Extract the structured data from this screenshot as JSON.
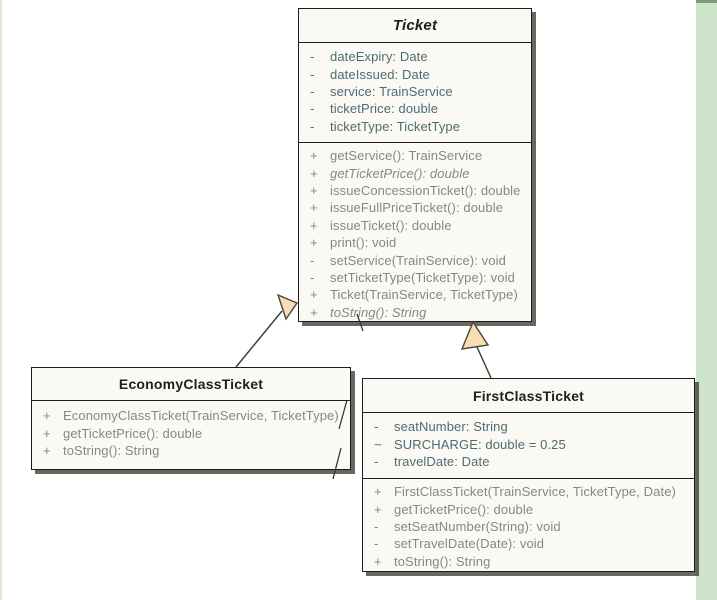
{
  "canvas": {
    "background_color": "#ffffff",
    "left_strip_color": "#d8e9d4",
    "right_band_color": "#cfe5cb",
    "right_band_edge_color": "#7f9b7d"
  },
  "style": {
    "box_fill": "#fbf9f4",
    "box_border": "#1d1c19",
    "shadow_color": "rgba(62,60,54,0.78)",
    "attribute_text_color": "#4f6b73",
    "method_text_color": "#7f8a8c",
    "title_color": "#1f1f1f",
    "arrowhead_fill": "#f6ddb4",
    "arrowhead_stroke": "#4c4538",
    "connector_color": "#3a382f"
  },
  "classes": [
    {
      "name": "Ticket",
      "abstract": true,
      "attributes": [
        {
          "vis": "-",
          "text": "dateExpiry: Date"
        },
        {
          "vis": "-",
          "text": "dateIssued: Date"
        },
        {
          "vis": "-",
          "text": "service: TrainService"
        },
        {
          "vis": "-",
          "text": "ticketPrice: double"
        },
        {
          "vis": "-",
          "text": "ticketType: TicketType"
        }
      ],
      "methods": [
        {
          "vis": "+",
          "text": "getService(): TrainService",
          "italic": false
        },
        {
          "vis": "+",
          "text": "getTicketPrice(): double",
          "italic": true
        },
        {
          "vis": "+",
          "text": "issueConcessionTicket(): double",
          "italic": false
        },
        {
          "vis": "+",
          "text": "issueFullPriceTicket(): double",
          "italic": false
        },
        {
          "vis": "+",
          "text": "issueTicket(): double",
          "italic": false
        },
        {
          "vis": "+",
          "text": "print(): void",
          "italic": false
        },
        {
          "vis": "-",
          "text": "setService(TrainService): void",
          "italic": false
        },
        {
          "vis": "-",
          "text": "setTicketType(TicketType): void",
          "italic": false
        },
        {
          "vis": "+",
          "text": "Ticket(TrainService, TicketType)",
          "italic": false
        },
        {
          "vis": "+",
          "text": "toString(): String",
          "italic": true
        }
      ]
    },
    {
      "name": "EconomyClassTicket",
      "abstract": false,
      "attributes": [],
      "methods": [
        {
          "vis": "+",
          "text": "EconomyClassTicket(TrainService, TicketType)",
          "italic": false
        },
        {
          "vis": "+",
          "text": "getTicketPrice(): double",
          "italic": false
        },
        {
          "vis": "+",
          "text": "toString(): String",
          "italic": false
        }
      ]
    },
    {
      "name": "FirstClassTicket",
      "abstract": false,
      "attributes": [
        {
          "vis": "-",
          "text": "seatNumber: String"
        },
        {
          "vis": "~",
          "text": "SURCHARGE: double = 0.25"
        },
        {
          "vis": "-",
          "text": "travelDate: Date"
        }
      ],
      "methods": [
        {
          "vis": "+",
          "text": "FirstClassTicket(TrainService, TicketType, Date)",
          "italic": false
        },
        {
          "vis": "+",
          "text": "getTicketPrice(): double",
          "italic": false
        },
        {
          "vis": "-",
          "text": "setSeatNumber(String): void",
          "italic": false
        },
        {
          "vis": "-",
          "text": "setTravelDate(Date): void",
          "italic": false
        },
        {
          "vis": "+",
          "text": "toString(): String",
          "italic": false
        }
      ]
    }
  ],
  "relationships": [
    {
      "type": "inheritance",
      "from": "EconomyClassTicket",
      "to": "Ticket"
    },
    {
      "type": "inheritance",
      "from": "FirstClassTicket",
      "to": "Ticket"
    }
  ]
}
